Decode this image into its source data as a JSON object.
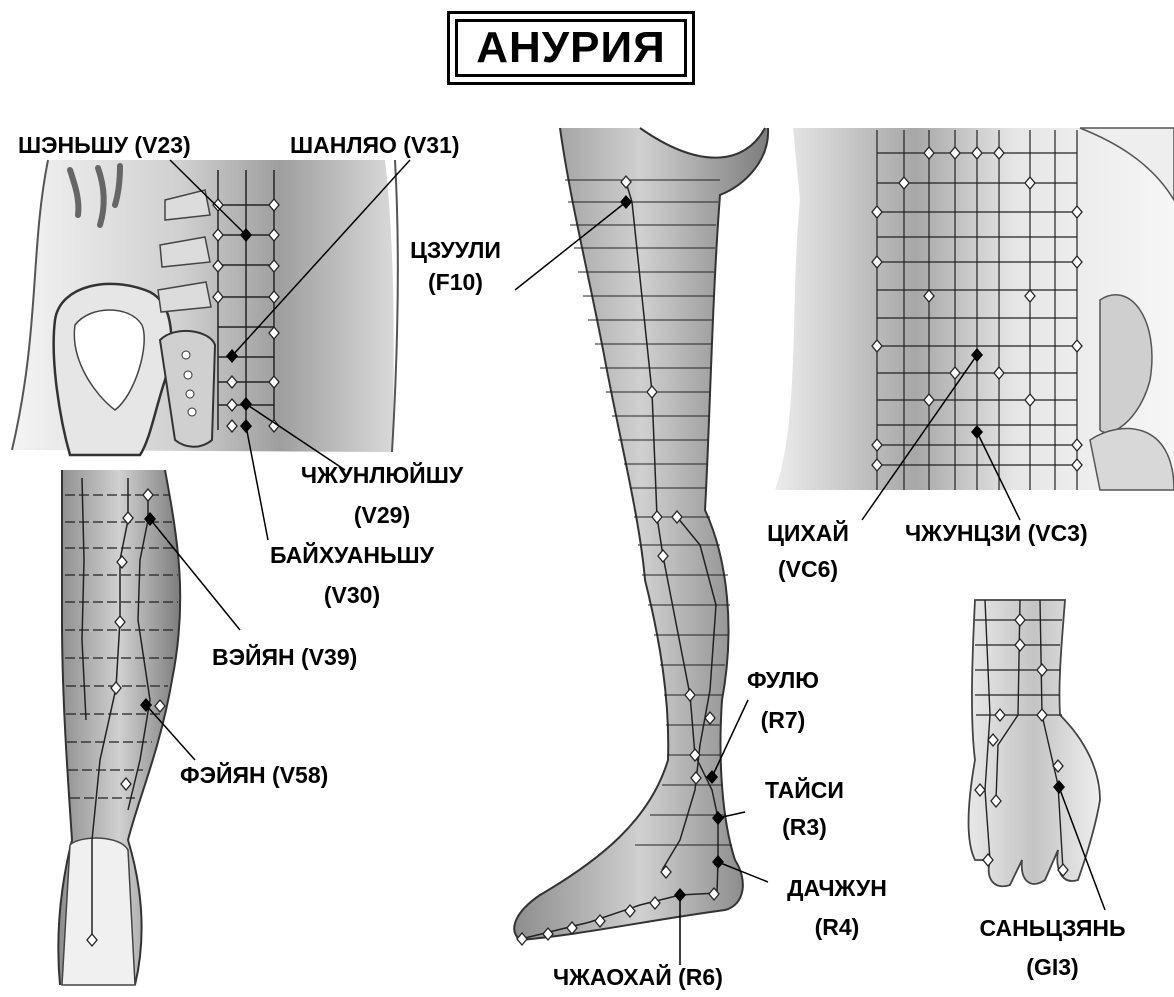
{
  "title": "АНУРИЯ",
  "labels": {
    "v23": "ШЭНЬШУ (V23)",
    "v31": "ШАНЛЯО (V31)",
    "f10_name": "ЦЗУУЛИ",
    "f10_code": "(F10)",
    "v29_name": "ЧЖУНЛЮЙШУ",
    "v29_code": "(V29)",
    "v30_name": "БАЙХУАНЬШУ",
    "v30_code": "(V30)",
    "v39": "ВЭЙЯН (V39)",
    "v58": "ФЭЙЯН (V58)",
    "vc6_name": "ЦИХАЙ",
    "vc6_code": "(VC6)",
    "vc3": "ЧЖУНЦЗИ (VC3)",
    "r7_name": "ФУЛЮ",
    "r7_code": "(R7)",
    "r3_name": "ТАЙСИ",
    "r3_code": "(R3)",
    "r4_name": "ДАЧЖУН",
    "r4_code": "(R4)",
    "r6": "ЧЖАОХАЙ (R6)",
    "gi3_name": "САНЬЦЗЯНЬ",
    "gi3_code": "(GI3)"
  },
  "colors": {
    "ink": "#000000",
    "paper": "#ffffff",
    "skin_shade": "#a9a9a9",
    "skin_light": "#e3e3e3",
    "bone": "#f2f2f2"
  },
  "figures": [
    "lower-back-sacrum",
    "posterior-lower-leg",
    "medial-leg-and-foot",
    "lower-abdomen",
    "dorsal-hand"
  ]
}
